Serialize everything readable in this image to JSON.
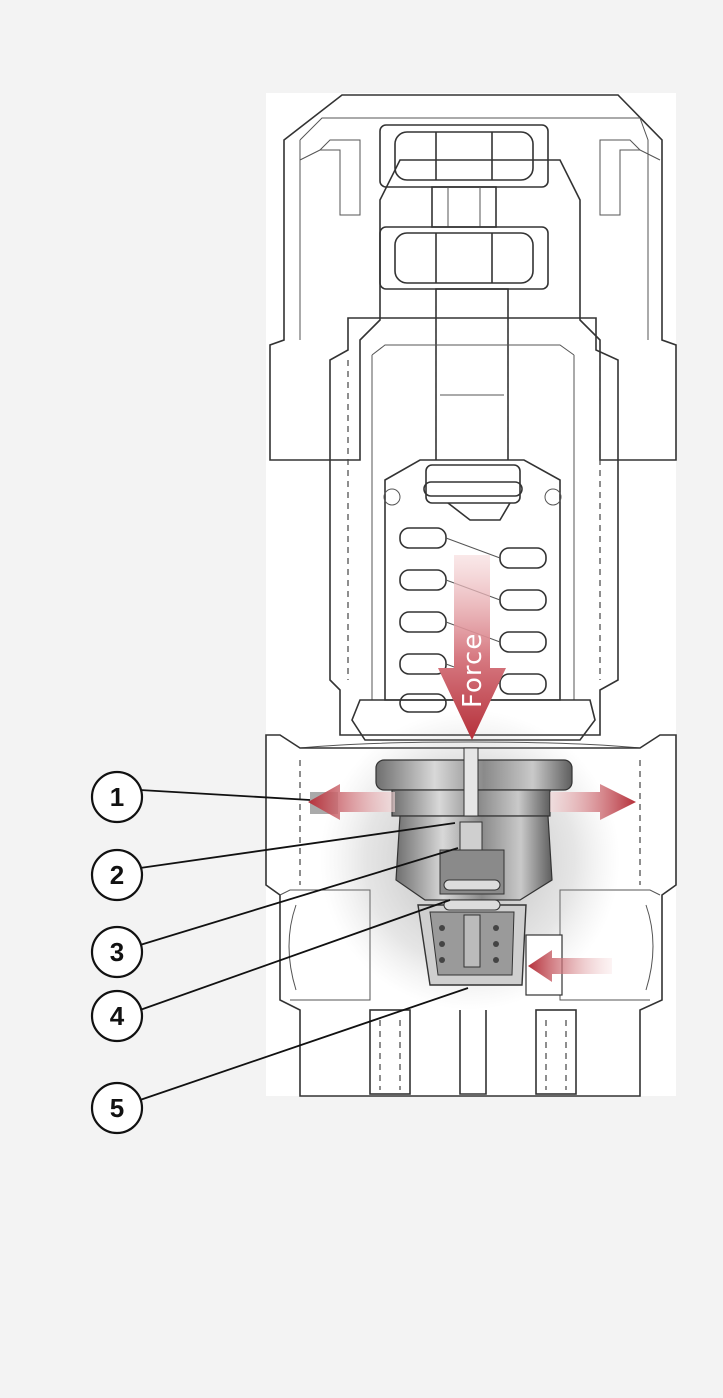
{
  "diagram": {
    "force_label": "Force",
    "callouts": [
      {
        "label": "1"
      },
      {
        "label": "2"
      },
      {
        "label": "3"
      },
      {
        "label": "4"
      },
      {
        "label": "5"
      }
    ]
  },
  "colors": {
    "background": "#f3f3f3",
    "panel": "#ffffff",
    "line": "#333333",
    "arrow_dark": "#b5303a",
    "arrow_light": "#f6d9da"
  }
}
